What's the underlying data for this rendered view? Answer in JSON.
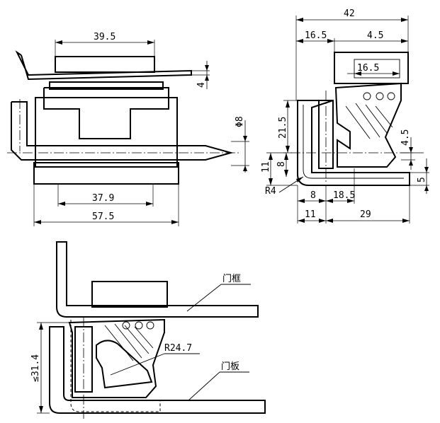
{
  "front_view": {
    "dims": {
      "top_width": "39.5",
      "bottom_inner_width": "37.9",
      "overall_width": "57.5",
      "plate_thickness": "4",
      "pin_diameter": "Φ8"
    }
  },
  "side_view": {
    "dims": {
      "overall": "42",
      "left_part": "16.5",
      "right_part": "4.5",
      "cap_width": "16.5",
      "height_21_5": "21.5",
      "height_4_5": "4.5",
      "height_11": "11",
      "height_8": "8",
      "height_5": "5",
      "radius": "R4",
      "bottom_8": "8",
      "bottom_18_5": "18.5",
      "bottom_11": "11",
      "bottom_29": "29"
    }
  },
  "install_view": {
    "labels": {
      "door_frame": "门框",
      "door_panel": "门板",
      "radius": "R24.7",
      "max_height": "≤31.4"
    }
  }
}
